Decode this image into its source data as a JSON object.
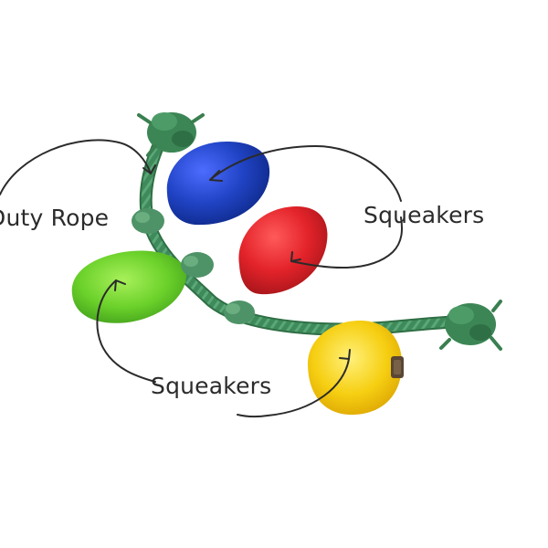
{
  "labels": {
    "rope": "Duty Rope",
    "squeakers_right": "Squeakers",
    "squeakers_bottom": "Squeakers"
  },
  "colors": {
    "background": "#ffffff",
    "rope_green": "#3f8a5a",
    "bulb_blue": "#1f3fb2",
    "bulb_red": "#e1232a",
    "bulb_green": "#6fd22e",
    "bulb_yellow": "#f6cf12",
    "annotation_ink": "#2b2b2b"
  },
  "items": {
    "bulbs": [
      "blue-bulb",
      "red-bulb",
      "green-bulb",
      "yellow-bulb"
    ],
    "knots": [
      "top-rope-knot",
      "right-rope-knot"
    ],
    "connectors": [
      "bulb-cap",
      "bulb-cap",
      "bulb-cap"
    ],
    "tag": "brand-tag"
  }
}
